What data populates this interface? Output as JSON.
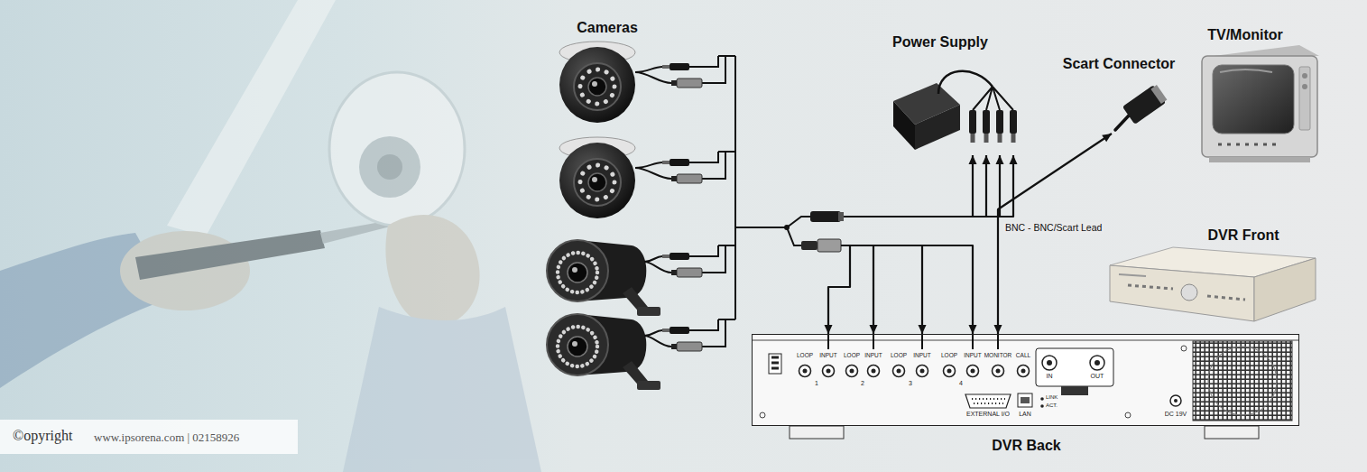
{
  "diagram": {
    "nodes": [
      {
        "text": [
          "Cameras"
        ]
      },
      {
        "text": [
          "Power Supply"
        ]
      },
      {
        "text": [
          "Scart Connector"
        ]
      },
      {
        "text": [
          "TV/Monitor"
        ]
      },
      {
        "text": [
          "DVR Front"
        ]
      },
      {
        "text": [
          "DVR Back"
        ]
      }
    ],
    "edges": [
      {
        "from": 0,
        "to": 5,
        "arrow": "to"
      },
      {
        "from": 0,
        "to": 1,
        "arrow": "to"
      },
      {
        "from": 5,
        "to": 2,
        "label": "BNC - BNC/Scart Lead",
        "arrow": "both"
      }
    ],
    "labels": [
      "LOOP",
      "INPUT",
      "LOOP",
      "INPUT",
      "LOOP",
      "INPUT",
      "LOOP",
      "INPUT",
      "MONITOR",
      "CALL",
      "1",
      "2",
      "3",
      "4",
      "IN",
      "OUT",
      "EXTERNAL I/O",
      "LAN",
      "LINK",
      "ACT.",
      "DC 19V",
      "©opyright",
      "www.ipsorena.com | 02158926"
    ]
  }
}
